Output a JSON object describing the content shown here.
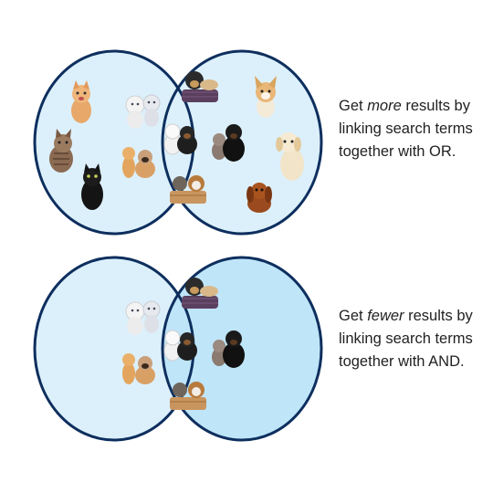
{
  "colors": {
    "circle_fill": "#dcf0fc",
    "overlap_fill": "#bfe5f9",
    "circle_stroke": "#0e2f5e",
    "text": "#222222"
  },
  "diagrams": [
    {
      "name": "or-venn",
      "overlap_highlighted": false,
      "caption": {
        "pre": "Get ",
        "emph": "more",
        "post": " results by linking search terms together with OR."
      },
      "left_pets": [
        "kitten-orange",
        "kitten-tabby",
        "kitten-black"
      ],
      "center_pets": [
        "puppy-in-basket",
        "kittens-white-pair",
        "kitten-puppy-black-white",
        "kitten-cat-dark-puppy",
        "kitten-puppy-orange",
        "kitten-puppy-basket"
      ],
      "right_pets": [
        "puppy-corgi",
        "puppy-golden",
        "puppy-dachshund"
      ]
    },
    {
      "name": "and-venn",
      "overlap_highlighted": true,
      "caption": {
        "pre": "Get ",
        "emph": "fewer",
        "post": " results by linking search terms together with AND."
      },
      "left_pets": [],
      "center_pets": [
        "puppy-in-basket",
        "kittens-white-pair",
        "kitten-puppy-black-white",
        "kitten-cat-dark-puppy",
        "kitten-puppy-orange",
        "kitten-puppy-basket"
      ],
      "right_pets": []
    }
  ]
}
